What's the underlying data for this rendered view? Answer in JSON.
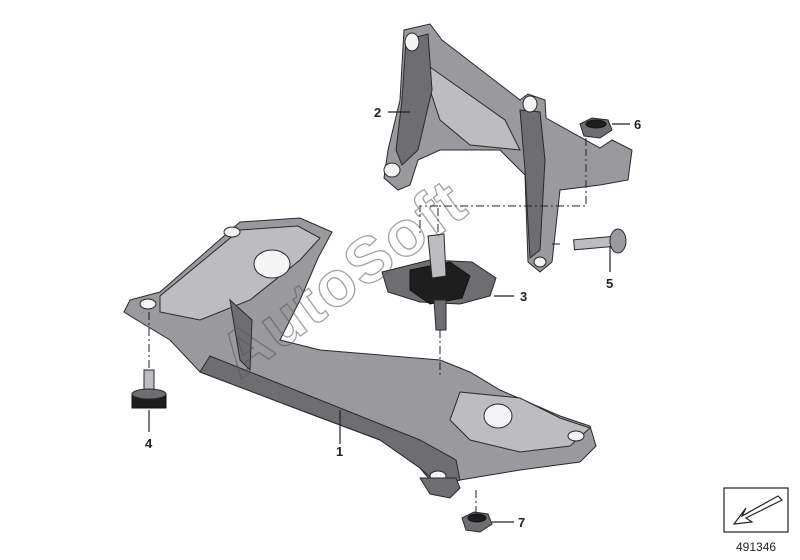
{
  "callouts": [
    {
      "id": "1",
      "label": "1"
    },
    {
      "id": "2",
      "label": "2"
    },
    {
      "id": "3",
      "label": "3"
    },
    {
      "id": "4",
      "label": "4"
    },
    {
      "id": "5",
      "label": "5"
    },
    {
      "id": "6",
      "label": "6"
    },
    {
      "id": "7",
      "label": "7"
    }
  ],
  "watermark": "AutoSoft",
  "diagram_number": "491346",
  "icons": [
    "orientation-arrow-icon"
  ]
}
